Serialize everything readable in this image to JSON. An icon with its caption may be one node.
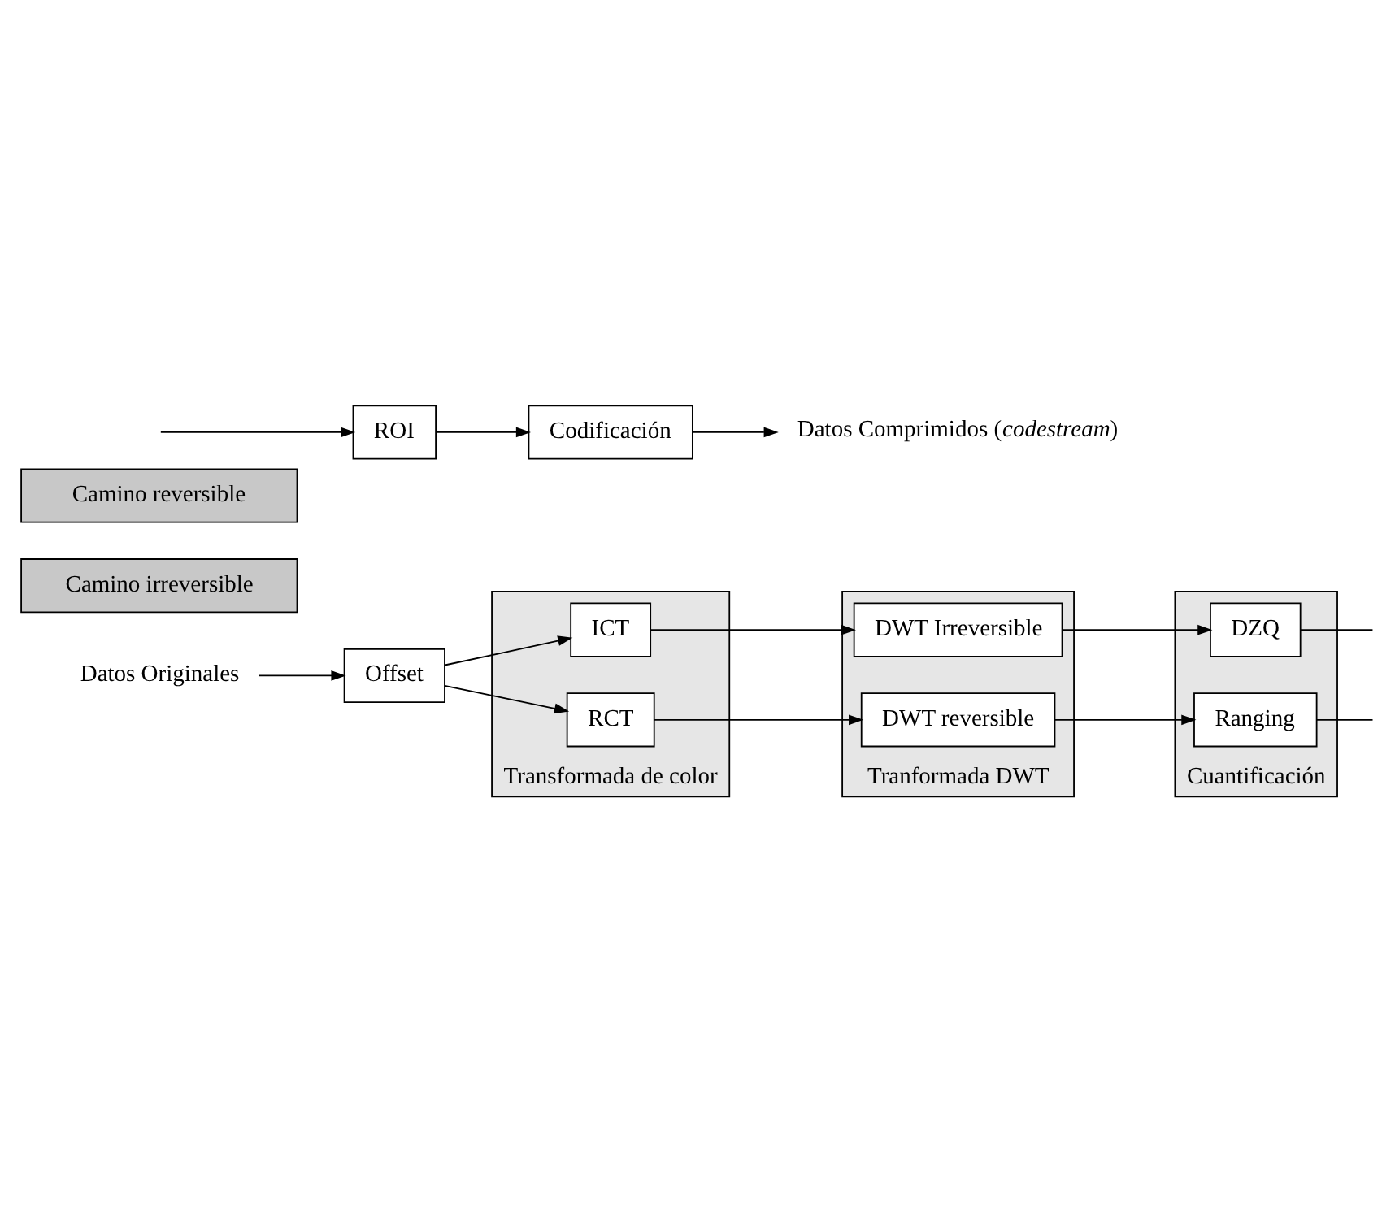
{
  "diagram": {
    "nodes": [
      {
        "text": [
          "Offset"
        ]
      },
      {
        "text": [
          "Datos Originales"
        ]
      },
      {
        "text": [
          "Camino irreversible"
        ]
      },
      {
        "text": [
          "Camino reversible"
        ]
      },
      {
        "text": [
          "Transformada de color"
        ]
      },
      {
        "text": [
          "Tranformada DWT"
        ]
      },
      {
        "text": [
          "Cuantificación"
        ]
      },
      {
        "text": [
          "ICT"
        ],
        "in": 4
      },
      {
        "text": [
          "DWT Irreversible"
        ],
        "in": 5
      },
      {
        "text": [
          "DZQ"
        ],
        "in": 6
      },
      {
        "text": [
          "RCT"
        ],
        "in": 4
      },
      {
        "text": [
          "DWT reversible"
        ],
        "in": 5
      },
      {
        "text": [
          "Ranging"
        ],
        "in": 6
      },
      {
        "text": [
          "ROI"
        ]
      },
      {
        "text": [
          "Codificación"
        ]
      },
      {
        "text": [
          "Datos Comprimidos (*codestream*)"
        ]
      }
    ],
    "edges": [
      {
        "from": 1,
        "to": 0,
        "arrow": "to"
      },
      {
        "from": 0,
        "to": 7,
        "arrow": "to"
      },
      {
        "from": 0,
        "to": 10,
        "arrow": "to"
      },
      {
        "from": 7,
        "to": 8,
        "arrow": "to"
      },
      {
        "from": 8,
        "to": 9,
        "arrow": "to"
      },
      {
        "from": 10,
        "to": 11,
        "arrow": "to"
      },
      {
        "from": 11,
        "to": 12,
        "arrow": "to"
      },
      {
        "from": 9,
        "to": null,
        "arrow": "none"
      },
      {
        "from": 12,
        "to": null,
        "arrow": "none"
      },
      {
        "from": null,
        "to": 13,
        "arrow": "to"
      },
      {
        "from": 13,
        "to": 14,
        "arrow": "to"
      },
      {
        "from": 14,
        "to": 15,
        "arrow": "to"
      }
    ]
  }
}
